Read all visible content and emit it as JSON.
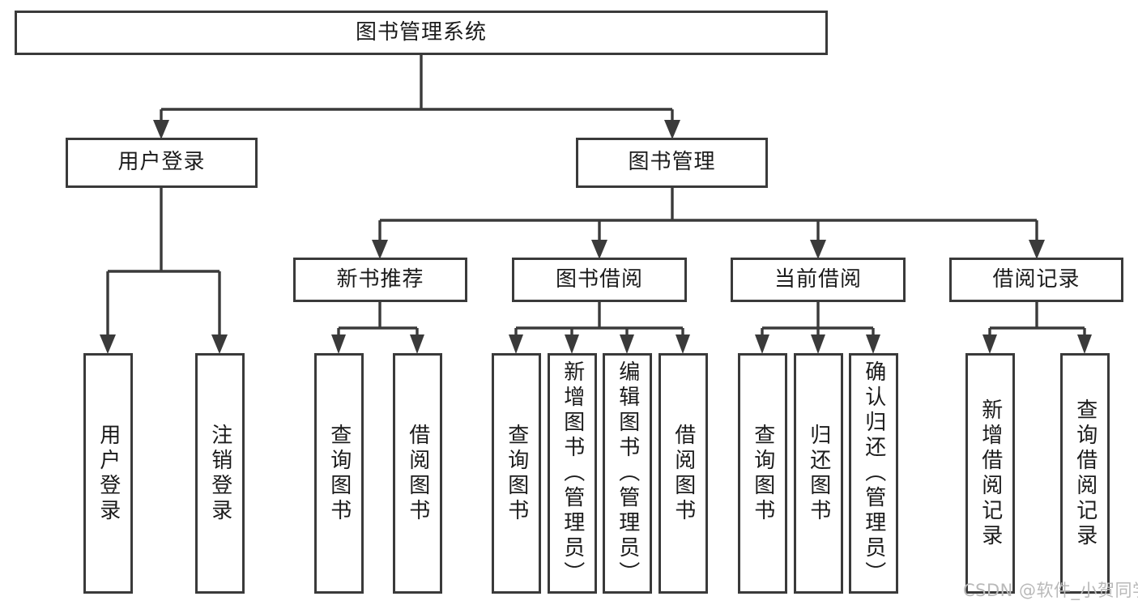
{
  "diagram": {
    "title": "图书管理系统",
    "type": "functional-structure-tree",
    "watermark": "CSDN @软件_小贺同学",
    "root": {
      "label": "图书管理系统",
      "orientation": "horizontal"
    },
    "level2": [
      {
        "label": "用户登录",
        "orientation": "horizontal"
      },
      {
        "label": "图书管理",
        "orientation": "horizontal"
      }
    ],
    "level3": [
      {
        "label": "新书推荐",
        "orientation": "horizontal"
      },
      {
        "label": "图书借阅",
        "orientation": "horizontal"
      },
      {
        "label": "当前借阅",
        "orientation": "horizontal"
      },
      {
        "label": "借阅记录",
        "orientation": "horizontal"
      }
    ],
    "leaves": [
      {
        "label": "用户登录",
        "orientation": "vertical",
        "parent": "用户登录"
      },
      {
        "label": "注销登录",
        "orientation": "vertical",
        "parent": "用户登录"
      },
      {
        "label": "查询图书",
        "orientation": "vertical",
        "parent": "新书推荐"
      },
      {
        "label": "借阅图书",
        "orientation": "vertical",
        "parent": "新书推荐"
      },
      {
        "label": "查询图书",
        "orientation": "vertical",
        "parent": "图书借阅"
      },
      {
        "label": "新增图书（管理员）",
        "orientation": "vertical",
        "parent": "图书借阅"
      },
      {
        "label": "编辑图书（管理员）",
        "orientation": "vertical",
        "parent": "图书借阅"
      },
      {
        "label": "借阅图书",
        "orientation": "vertical",
        "parent": "图书借阅"
      },
      {
        "label": "查询图书",
        "orientation": "vertical",
        "parent": "当前借阅"
      },
      {
        "label": "归还图书",
        "orientation": "vertical",
        "parent": "当前借阅"
      },
      {
        "label": "确认归还（管理员）",
        "orientation": "vertical",
        "parent": "当前借阅"
      },
      {
        "label": "新增借阅记录",
        "orientation": "vertical",
        "parent": "借阅记录"
      },
      {
        "label": "查询借阅记录",
        "orientation": "vertical",
        "parent": "借阅记录"
      }
    ],
    "colors": {
      "box_border": "#3a3a3a",
      "box_fill": "#ffffff",
      "connector": "#3a3a3a",
      "text": "#1b1b1b",
      "watermark": "#b9b9b9",
      "background": "#ffffff"
    }
  }
}
